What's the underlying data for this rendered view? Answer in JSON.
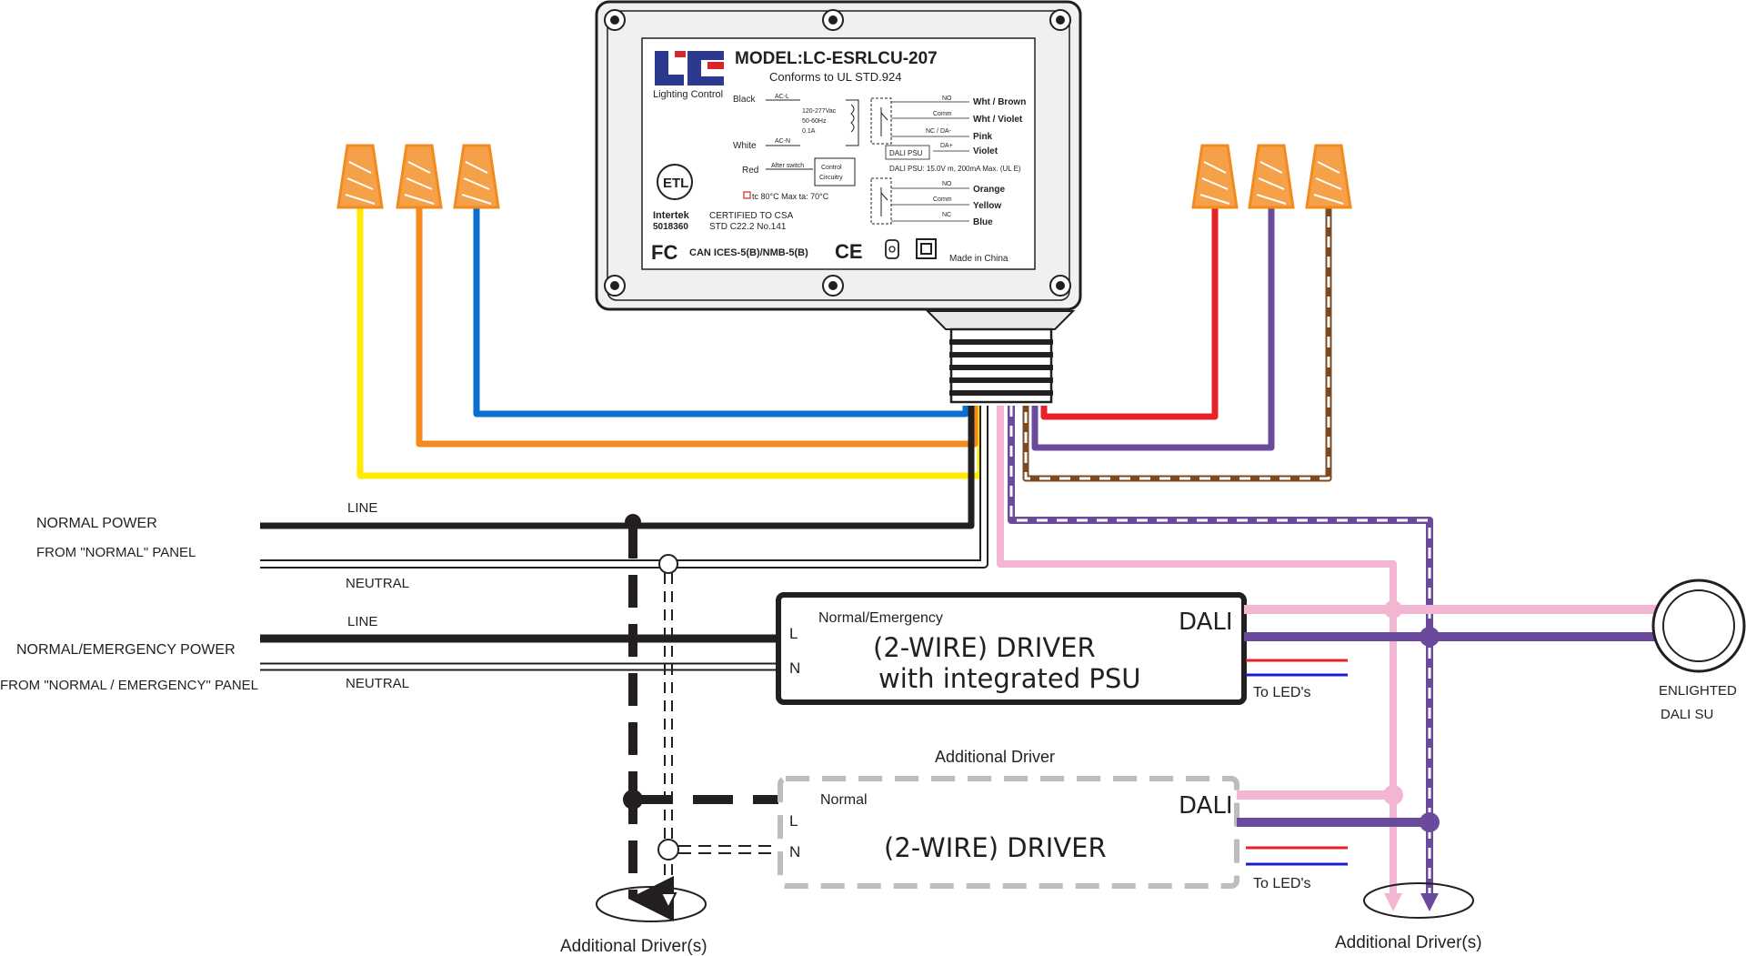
{
  "device": {
    "model": "MODEL:LC-ESRLCU-207",
    "conforms": "Conforms to UL STD.924",
    "logo_caption": "Lighting Control",
    "logo_letters": "LC",
    "ac_l_label": "AC-L",
    "ac_n_label": "AC-N",
    "rating": [
      "120-277Vac",
      "50-60Hz",
      "0.1A"
    ],
    "wire_black": "Black",
    "wire_white": "White",
    "wire_red": "Red",
    "after_switch": "After switch",
    "control_circuitry": [
      "Control",
      "Circuitry"
    ],
    "temp": "tc 80°C Max   ta: 70°C",
    "intertek": "Intertek",
    "intertek_no": "5018360",
    "certified": [
      "CERTIFIED TO CSA",
      "STD C22.2 No.141"
    ],
    "fcc_line": "CAN ICES-5(B)/NMB-5(B)",
    "ce_mark": "CE",
    "made_in": "Made in China",
    "relay1": {
      "no": "NO",
      "comm": "Comm",
      "nc": "NC / DA-",
      "da": "DA+",
      "psu_box": "DALI PSU",
      "outputs": [
        "Wht / Brown",
        "Wht / Violet",
        "Pink",
        "Violet"
      ]
    },
    "psu_note": "DALI PSU: 15.0V m, 200mA Max. (UL E)",
    "relay2": {
      "no": "NO",
      "comm": "Comm",
      "nc": "NC",
      "outputs": [
        "Orange",
        "Yellow",
        "Blue"
      ]
    }
  },
  "power": {
    "normal_label": "NORMAL POWER",
    "normal_from": "FROM \"NORMAL\" PANEL",
    "emergency_label": "NORMAL/EMERGENCY POWER",
    "emergency_from": "FROM \"NORMAL / EMERGENCY\" PANEL",
    "line": "LINE",
    "neutral": "NEUTRAL"
  },
  "driver1": {
    "mode": "Normal/Emergency",
    "title": "(2-WIRE) DRIVER",
    "subtitle": "with integrated PSU",
    "l": "L",
    "n": "N",
    "dali": "DALI",
    "to_leds": "To LED's"
  },
  "driver2": {
    "caption": "Additional Driver",
    "mode": "Normal",
    "title": "(2-WIRE) DRIVER",
    "l": "L",
    "n": "N",
    "dali": "DALI",
    "to_leds": "To LED's"
  },
  "sensor_label": [
    "ENLIGHTED",
    "DALI SU"
  ],
  "additional_left": "Additional Driver(s)",
  "additional_right": "Additional Driver(s)",
  "colors": {
    "yellow": "#ffea00",
    "orange": "#f28a1e",
    "blue": "#0a6fcf",
    "red": "#e8202a",
    "violet": "#6a4a9c",
    "brown": "#7a4a22",
    "pink": "#f2b6d3",
    "black": "#231f20",
    "nut": "#f5a14a",
    "logo_blue": "#2b3a8f",
    "logo_red": "#d6262b"
  }
}
